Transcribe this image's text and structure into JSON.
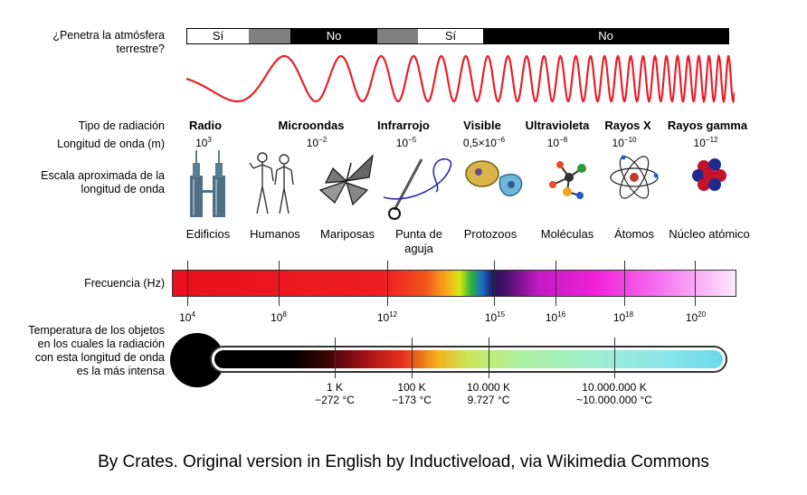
{
  "labels": {
    "penetrates": "¿Penetra la atmósfera terrestre?",
    "radiation_type": "Tipo de radiación",
    "wavelength": "Longitud de onda (m)",
    "scale": "Escala aproximada de la longitud de onda",
    "frequency": "Frecuencia (Hz)",
    "temperature": "Temperatura de los objetos en los cuales la radiación con esta longitud de onda es la más intensa"
  },
  "atmosphere_bar": [
    {
      "text": "Sí",
      "fill": "#ffffff",
      "color": "#000000"
    },
    {
      "text": "",
      "fill": "#808080",
      "color": "#000000"
    },
    {
      "text": "No",
      "fill": "#000000",
      "color": "#ffffff"
    },
    {
      "text": "",
      "fill": "#808080",
      "color": "#000000"
    },
    {
      "text": "Sí",
      "fill": "#ffffff",
      "color": "#000000"
    },
    {
      "text": "No",
      "fill": "#000000",
      "color": "#ffffff"
    }
  ],
  "radiation_types": [
    {
      "name": "Radio",
      "base": "10",
      "exp": "3"
    },
    {
      "name": "Microondas",
      "base": "10",
      "exp": "−2"
    },
    {
      "name": "Infrarrojo",
      "base": "10",
      "exp": "−5"
    },
    {
      "name": "Visible",
      "base": "0,5×10",
      "exp": "−6"
    },
    {
      "name": "Ultravioleta",
      "base": "10",
      "exp": "−8"
    },
    {
      "name": "Rayos X",
      "base": "10",
      "exp": "−10"
    },
    {
      "name": "Rayos gamma",
      "base": "10",
      "exp": "−12"
    }
  ],
  "scale_objects": [
    {
      "name": "Edificios",
      "icon": "buildings-icon"
    },
    {
      "name": "Humanos",
      "icon": "humans-icon"
    },
    {
      "name": "Mariposas",
      "icon": "butterfly-icon"
    },
    {
      "name": "Punta de aguja",
      "icon": "needle-icon"
    },
    {
      "name": "Protozoos",
      "icon": "protozoa-icon"
    },
    {
      "name": "Moléculas",
      "icon": "molecule-icon"
    },
    {
      "name": "Átomos",
      "icon": "atom-icon"
    },
    {
      "name": "Núcleo atómico",
      "icon": "nucleus-icon"
    }
  ],
  "frequency_ticks": [
    {
      "base": "10",
      "exp": "4"
    },
    {
      "base": "10",
      "exp": "8"
    },
    {
      "base": "10",
      "exp": "12"
    },
    {
      "base": "10",
      "exp": "15"
    },
    {
      "base": "10",
      "exp": "16"
    },
    {
      "base": "10",
      "exp": "18"
    },
    {
      "base": "10",
      "exp": "20"
    }
  ],
  "temperatures": [
    {
      "kelvin": "1 K",
      "celsius": "−272 °C"
    },
    {
      "kelvin": "100 K",
      "celsius": "−173 °C"
    },
    {
      "kelvin": "10.000 K",
      "celsius": "9.727 °C"
    },
    {
      "kelvin": "10.000.000 K",
      "celsius": "~10.000.000 °C"
    }
  ],
  "wave_color": "#e8202a",
  "credit": "By Crates. Original version in English by Inductiveload, via Wikimedia Commons"
}
